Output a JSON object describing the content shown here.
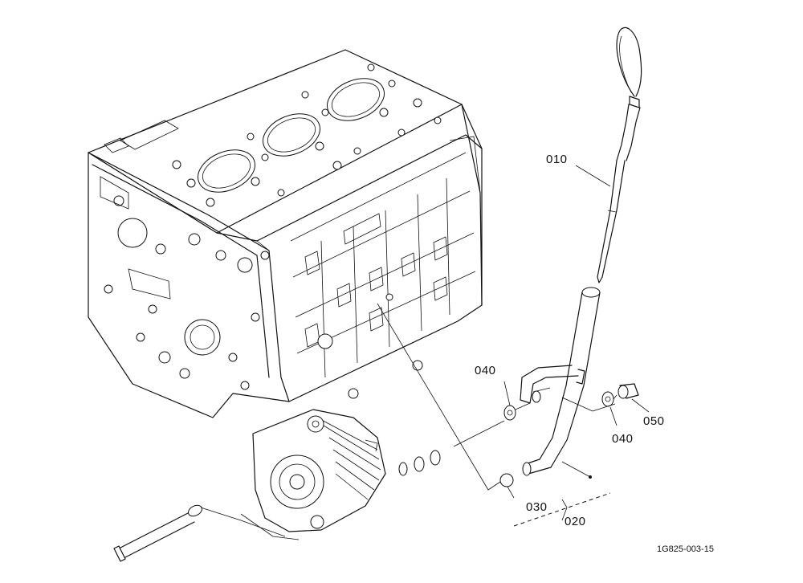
{
  "callouts": {
    "dipstick": "010",
    "guide_pipe": "020",
    "o_ring": "030",
    "washer_left": "040",
    "washer_right": "040",
    "nut": "050"
  },
  "drawing_reference": "1G825-003-15"
}
